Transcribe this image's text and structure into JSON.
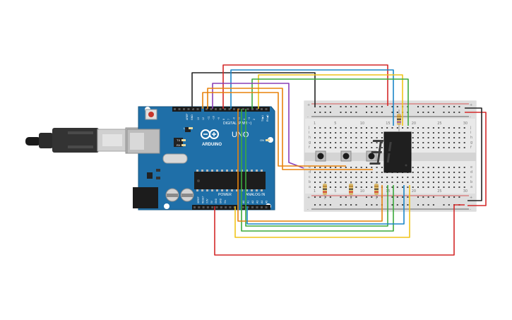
{
  "arduino": {
    "logo_text": "ARDUINO",
    "model": "UNO",
    "digital_label": "DIGITAL (PWM ~)",
    "power_label": "POWER",
    "analog_label": "ANALOG IN",
    "led_tx": "TX",
    "led_rx": "RX",
    "led_on": "ON",
    "led_l": "L",
    "aref": "AREF",
    "gnd": "GND",
    "tx_pin": "TX▶1",
    "rx_pin": "RX◀0",
    "top_pins": [
      "13",
      "12",
      "~11",
      "~10",
      "~9",
      "8",
      "7",
      "~6",
      "~5",
      "4",
      "~3",
      "2"
    ],
    "power_pins": [
      "IOREF",
      "RESET",
      "3.3V",
      "5V",
      "GND",
      "GND",
      "Vin"
    ],
    "analog_pins": [
      "A0",
      "A1",
      "A2",
      "A3",
      "A4",
      "A5"
    ]
  },
  "display": {
    "digit": "8"
  },
  "breadboard": {
    "plus": "+",
    "minus": "-",
    "row_letters_top": [
      "j",
      "i",
      "h",
      "g",
      "f"
    ],
    "row_letters_bottom": [
      "e",
      "d",
      "c",
      "b",
      "a"
    ],
    "column_numbers": [
      "1",
      "5",
      "10",
      "15",
      "20",
      "25",
      "30"
    ]
  },
  "colors": {
    "board": "#1f6fa8",
    "wire_red": "#d42828",
    "wire_black": "#222222",
    "wire_blue": "#1b86c8",
    "wire_green": "#3caa3c",
    "wire_yellow": "#f0c419",
    "wire_orange": "#e8820c",
    "wire_purple": "#8a3fb5"
  }
}
